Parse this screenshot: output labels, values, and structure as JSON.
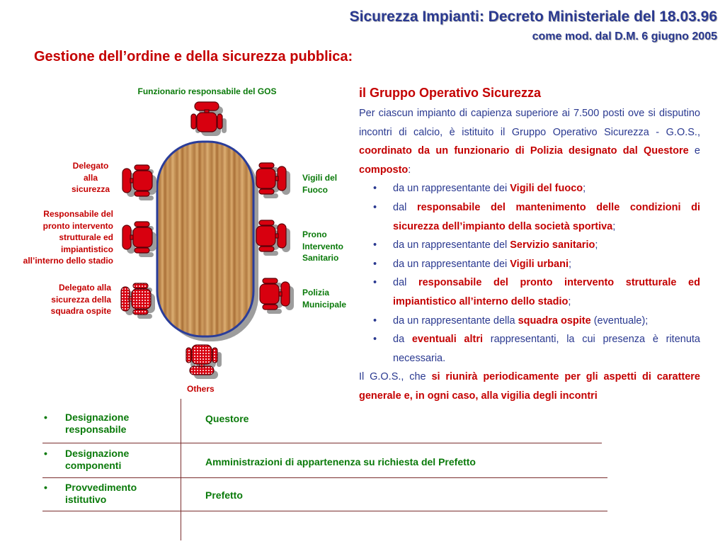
{
  "header": {
    "title": "Sicurezza Impianti: Decreto Ministeriale del 18.03.96",
    "subtitle": "come mod. dal D.M. 6 giugno 2005"
  },
  "heading": "Gestione dell’ordine e della sicurezza pubblica:",
  "diagram": {
    "top_label": "Funzionario responsabile del GOS",
    "left_labels": [
      "Delegato\nalla\nsicurezza",
      "Responsabile del\npronto intervento\nstrutturale ed\nimpiantistico\nall’interno dello stadio",
      "Delegato alla\nsicurezza della\nsquadra ospite"
    ],
    "right_labels": [
      "Vigili del\nFuoco",
      "Prono\nIntervento\nSanitario",
      "Polizia\nMunicipale"
    ],
    "bottom_label": "Others",
    "colors": {
      "chair": "#d8000f",
      "chair_outline": "#5a0008",
      "table_border": "#2a3d9a",
      "shadow": "#9d9d9d"
    }
  },
  "text": {
    "title": "il Gruppo Operativo Sicurezza",
    "bullet": "•",
    "intro": [
      {
        "t": "Per ciascun impianto di capienza superiore ai 7.500 posti ove si disputino incontri di calcio, è istituito il Gruppo Operativo Sicurezza - G.O.S., "
      },
      {
        "t": "coordinato da un funzionario di Polizia designato dal Questore",
        "b": true
      },
      {
        "t": " e "
      },
      {
        "t": "composto",
        "b": true
      },
      {
        "t": ":"
      }
    ],
    "bullets": [
      [
        {
          "t": "da un rappresentante dei "
        },
        {
          "t": "Vigili del fuoco",
          "b": true
        },
        {
          "t": ";"
        }
      ],
      [
        {
          "t": "dal "
        },
        {
          "t": "responsabile del mantenimento delle condizioni di sicurezza dell’impianto della società sportiva",
          "b": true
        },
        {
          "t": ";"
        }
      ],
      [
        {
          "t": "da un rappresentante del "
        },
        {
          "t": "Servizio sanitario",
          "b": true
        },
        {
          "t": ";"
        }
      ],
      [
        {
          "t": "da un rappresentante dei "
        },
        {
          "t": "Vigili urbani",
          "b": true
        },
        {
          "t": ";"
        }
      ],
      [
        {
          "t": "dal "
        },
        {
          "t": "responsabile del pronto intervento strutturale ed impiantistico all’interno dello stadio",
          "b": true
        },
        {
          "t": ";"
        }
      ],
      [
        {
          "t": "da un rappresentante della "
        },
        {
          "t": "squadra ospite",
          "b": true
        },
        {
          "t": " (eventuale);"
        }
      ],
      [
        {
          "t": "da "
        },
        {
          "t": "eventuali altri",
          "b": true
        },
        {
          "t": " rappresentanti, la cui presenza è ritenuta necessaria."
        }
      ]
    ],
    "closing": [
      {
        "t": "Il G.O.S., che "
      },
      {
        "t": "si riunirà periodicamente per gli aspetti di carattere generale e, in ogni caso, alla vigilia degli incontri",
        "b": true
      }
    ]
  },
  "table": {
    "bullet": "•",
    "rows": [
      {
        "label": "Designazione responsabile",
        "value": "Questore"
      },
      {
        "label": "Designazione componenti",
        "value": "Amministrazioni di appartenenza su richiesta del Prefetto"
      },
      {
        "label": "Provvedimento istitutivo",
        "value": "Prefetto"
      }
    ]
  }
}
